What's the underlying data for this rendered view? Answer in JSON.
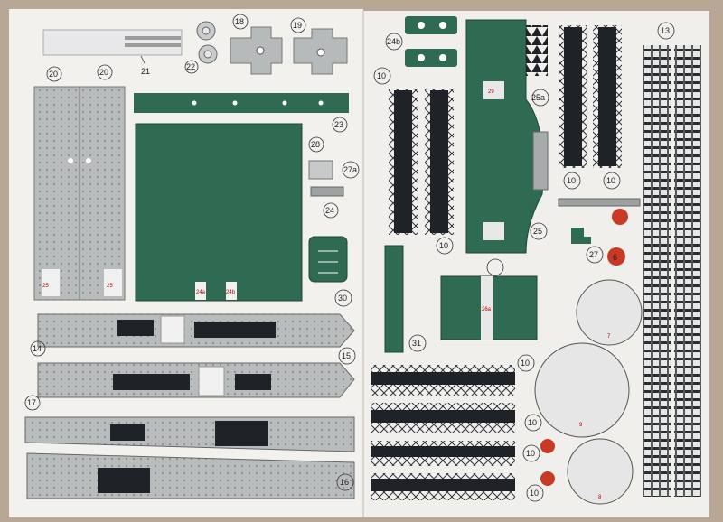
{
  "sheet": {
    "paper_color": "#f3f1ee",
    "bg_color": "#b9a795",
    "green": "#2e6b52",
    "grey": "#b9bcbd",
    "dark": "#1f2226",
    "red": "#c83a24"
  },
  "left_page": {
    "p20a": "20",
    "p20b": "20",
    "p21": "21",
    "p22": "22",
    "p18": "18",
    "p19": "19",
    "p23": "23",
    "p28": "28",
    "p27a": "27a",
    "p24": "24",
    "p30": "30",
    "p15": "15",
    "p14": "14",
    "p17": "17",
    "p16": "16",
    "tab25a": "25",
    "tab25b": "25",
    "tab24a": "24a",
    "tab24b": "24b"
  },
  "right_page": {
    "p24b": "24b",
    "p10a": "10",
    "p10b": "10",
    "p10c": "10",
    "p10d": "10",
    "p25a": "25a",
    "p25": "25",
    "p13": "13",
    "p27": "27",
    "p6": "6",
    "p31": "31",
    "p7": "7",
    "p9": "9",
    "p8": "8",
    "p10e": "10",
    "p10f": "10",
    "p10g": "10",
    "p10h": "10",
    "tab26a": "26a",
    "tab29": "29"
  }
}
